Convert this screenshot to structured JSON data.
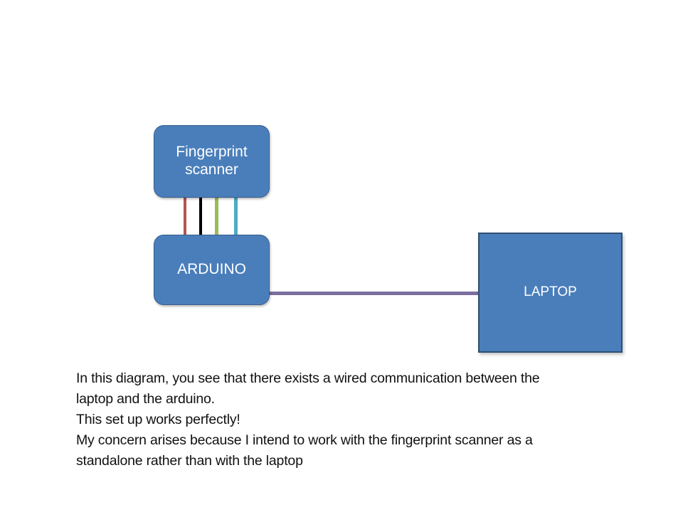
{
  "diagram": {
    "background_color": "#ffffff",
    "nodes": [
      {
        "id": "fingerprint-scanner",
        "label": "Fingerprint\nscanner",
        "shape": "rounded-rectangle",
        "fill_color": "#4a7ebb",
        "border_color": "#385d8a",
        "text_color": "#ffffff"
      },
      {
        "id": "arduino",
        "label": "ARDUINO",
        "shape": "rounded-rectangle",
        "fill_color": "#4a7ebb",
        "border_color": "#385d8a",
        "text_color": "#ffffff"
      },
      {
        "id": "laptop",
        "label": "LAPTOP",
        "shape": "rectangle",
        "fill_color": "#4a7ebb",
        "border_color": "#2f4f73",
        "text_color": "#ffffff"
      }
    ],
    "connections": [
      {
        "id": "wire-red",
        "from": "fingerprint-scanner",
        "to": "arduino",
        "color": "#b3564f",
        "name": "red"
      },
      {
        "id": "wire-black",
        "from": "fingerprint-scanner",
        "to": "arduino",
        "color": "#000000",
        "name": "black"
      },
      {
        "id": "wire-green",
        "from": "fingerprint-scanner",
        "to": "arduino",
        "color": "#9bbb59",
        "name": "green"
      },
      {
        "id": "wire-cyan",
        "from": "fingerprint-scanner",
        "to": "arduino",
        "color": "#4bacc6",
        "name": "cyan"
      },
      {
        "id": "cable-serial",
        "from": "arduino",
        "to": "laptop",
        "color": "#7b6f9e",
        "name": "purple"
      }
    ]
  },
  "caption": {
    "lines": [
      "In this diagram, you see that there exists a wired communication between the",
      "laptop and the arduino.",
      "This set up works perfectly!",
      "My concern arises because I intend to work with the fingerprint scanner as a",
      "standalone rather than with the laptop"
    ],
    "text_color": "#111111"
  }
}
